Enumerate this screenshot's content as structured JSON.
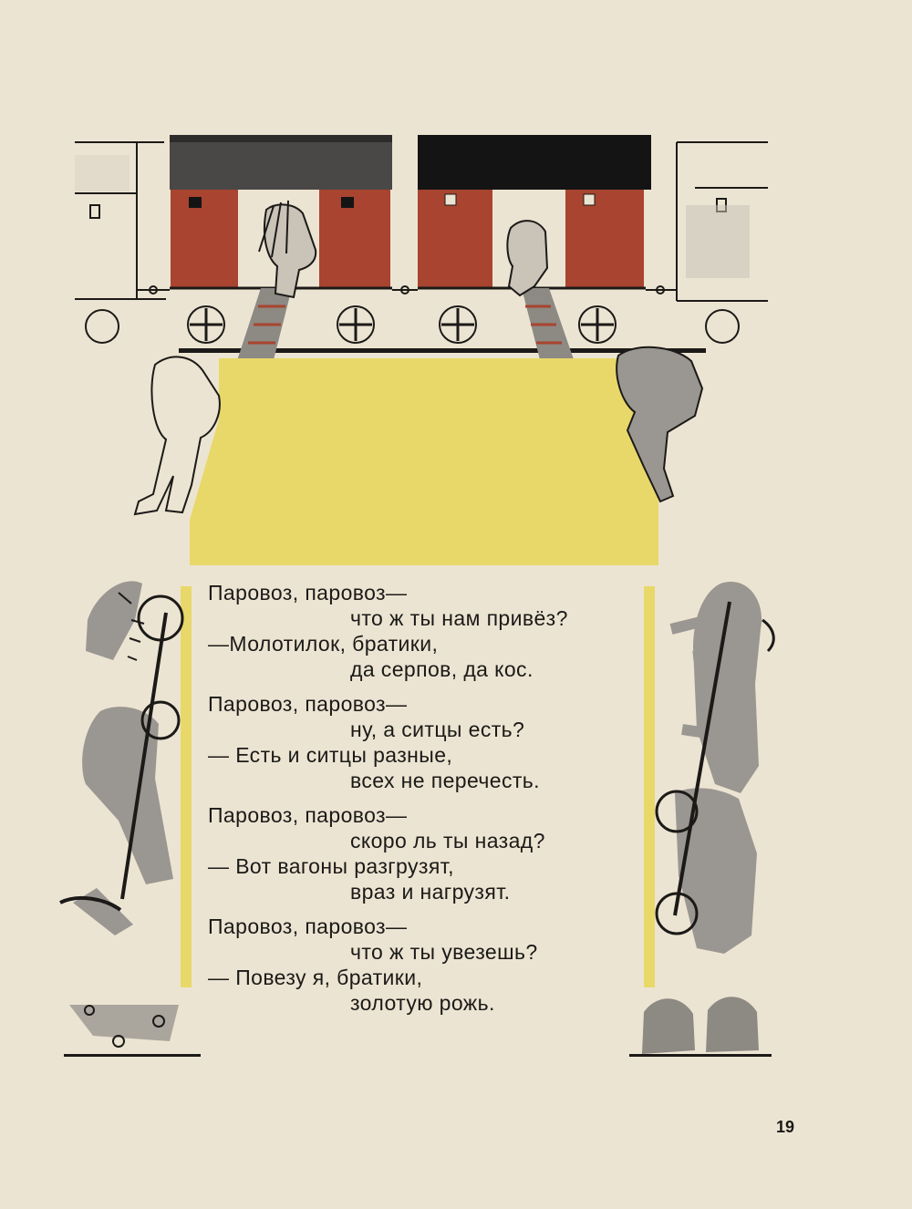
{
  "colors": {
    "paper": "#ece4d2",
    "car_red": "#a8442f",
    "yellow": "#e8d86a",
    "roof_gray": "#4a4846",
    "roof_black": "#141414",
    "ink": "#1b1a18",
    "figure_gray": "#9a9691"
  },
  "poem": {
    "stanzas": [
      {
        "q1": "Паровоз, паровоз—",
        "q2": "что ж ты нам привёз?",
        "a1": "—Молотилок, братики,",
        "a2": "да серпов, да кос."
      },
      {
        "q1": "Паровоз, паровоз—",
        "q2": "ну, а ситцы есть?",
        "a1": "— Есть и ситцы разные,",
        "a2": "всех не перечесть."
      },
      {
        "q1": "Паровоз, паровоз—",
        "q2": "скоро ль ты назад?",
        "a1": "— Вот вагоны разгрузят,",
        "a2": "враз и нагрузят."
      },
      {
        "q1": "Паровоз, паровоз—",
        "q2": "что ж ты увезешь?",
        "a1": "— Повезу я, братики,",
        "a2": "золотую рожь."
      }
    ]
  },
  "page_number": "19"
}
